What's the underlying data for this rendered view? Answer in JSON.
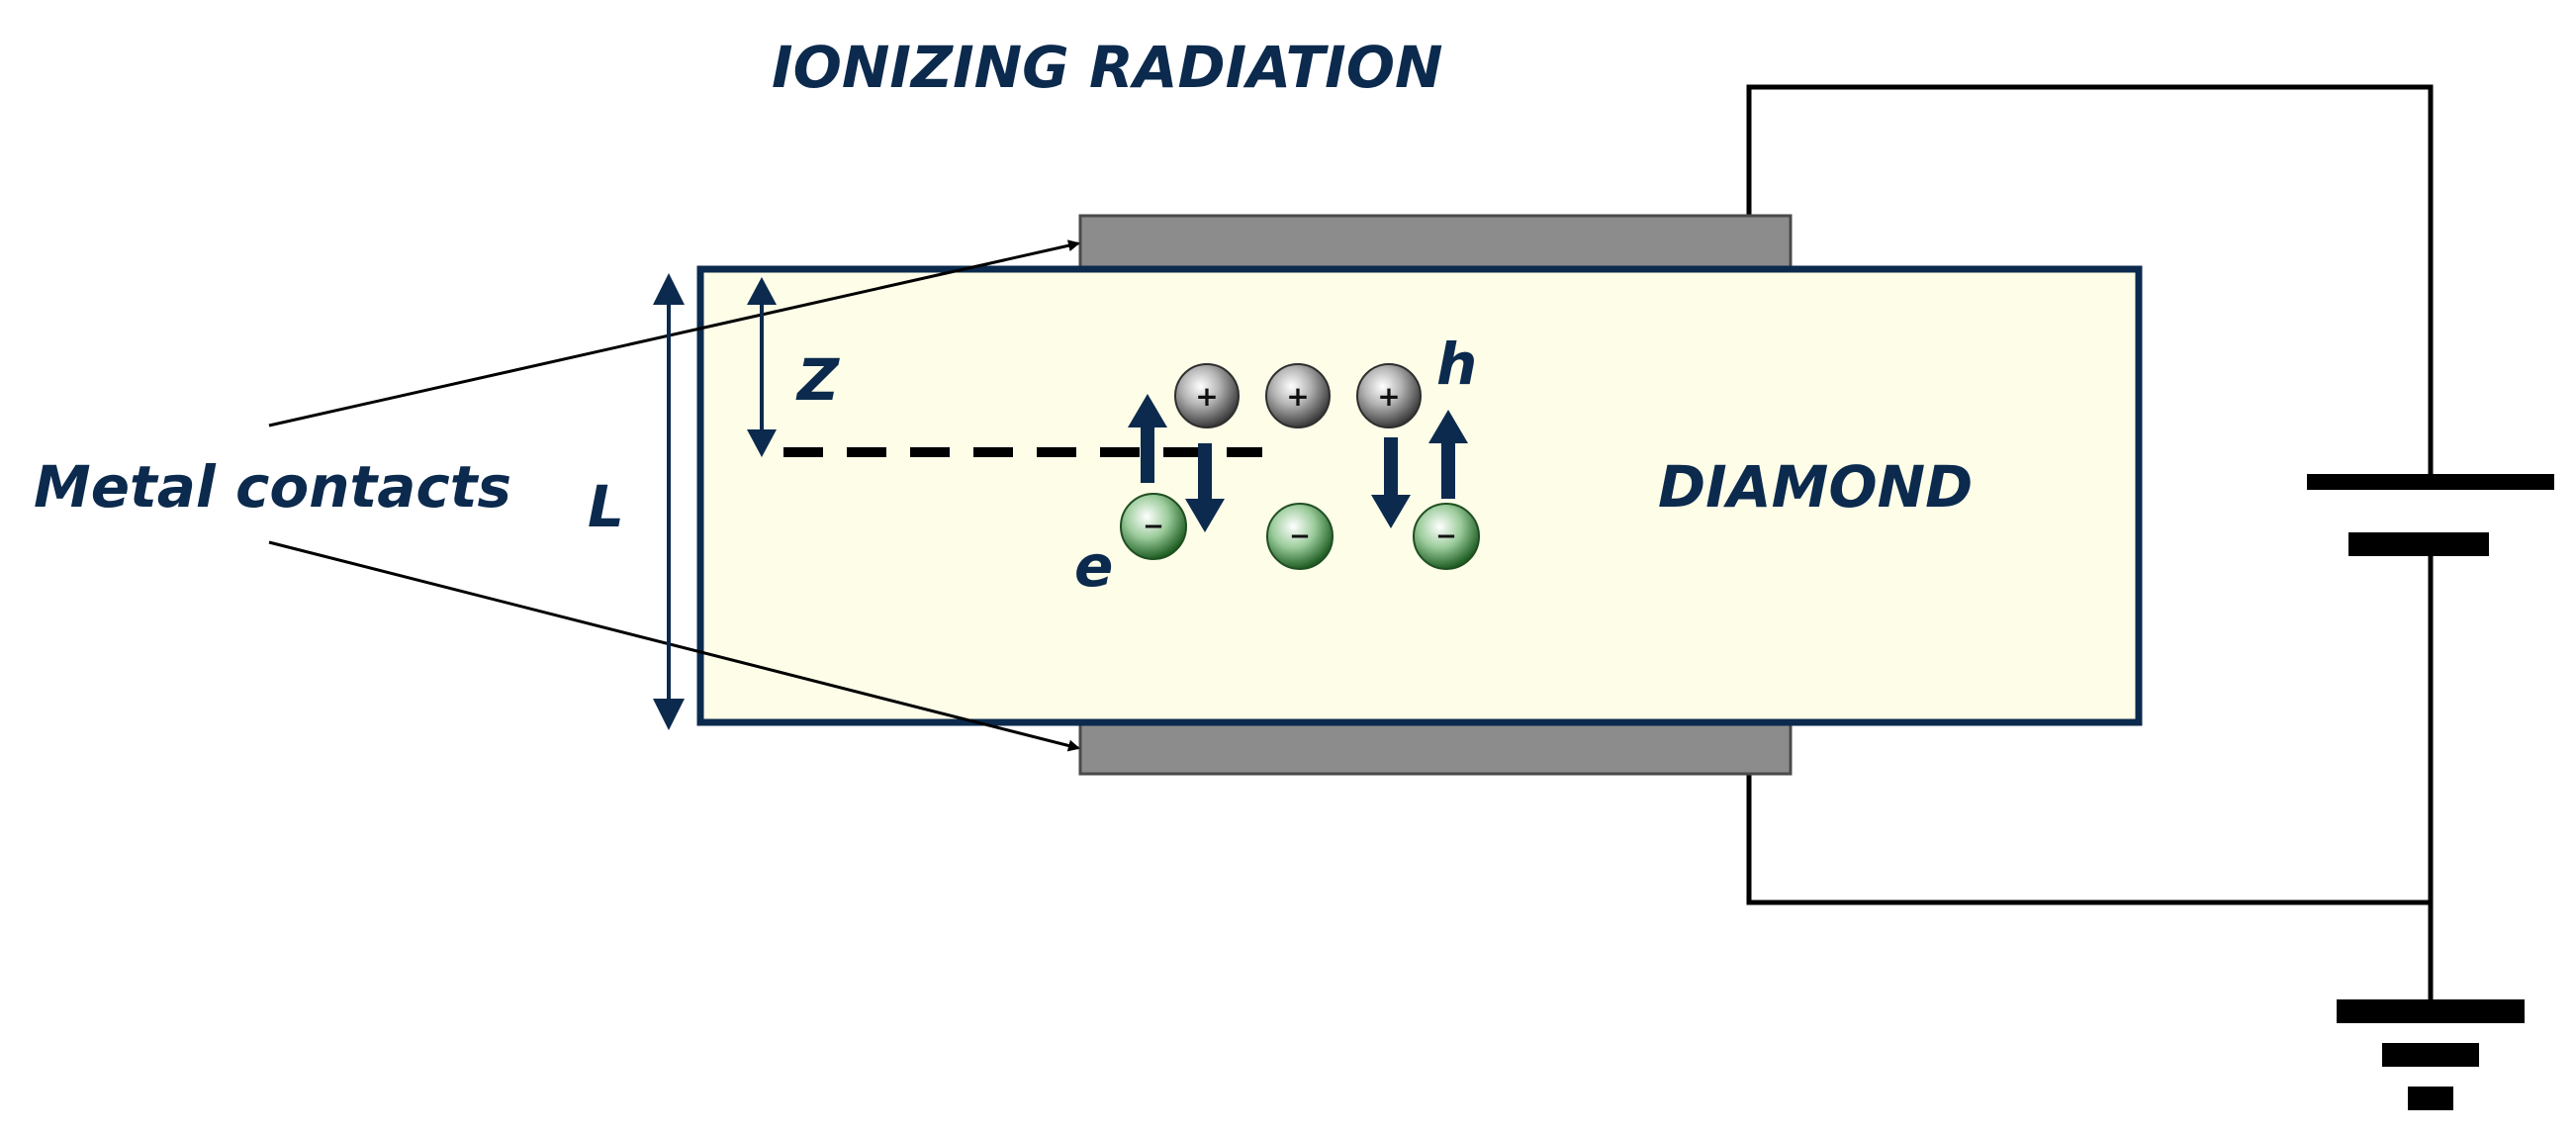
{
  "labels": {
    "title": "IONIZING RADIATION",
    "metal_contacts": "Metal contacts",
    "material": "DIAMOND",
    "thickness": "L",
    "depth": "Z",
    "hole": "h",
    "electron": "e"
  },
  "charges": {
    "hole_sign": "+",
    "electron_sign": "−",
    "hole_count": 3,
    "electron_count": 3
  },
  "colors": {
    "ink": "#0b2a4d",
    "diamond_fill": "#fdfde8",
    "contact_fill": "#8c8c8c",
    "hole_color": "#8f8f8f",
    "electron_color": "#2e7d32"
  }
}
